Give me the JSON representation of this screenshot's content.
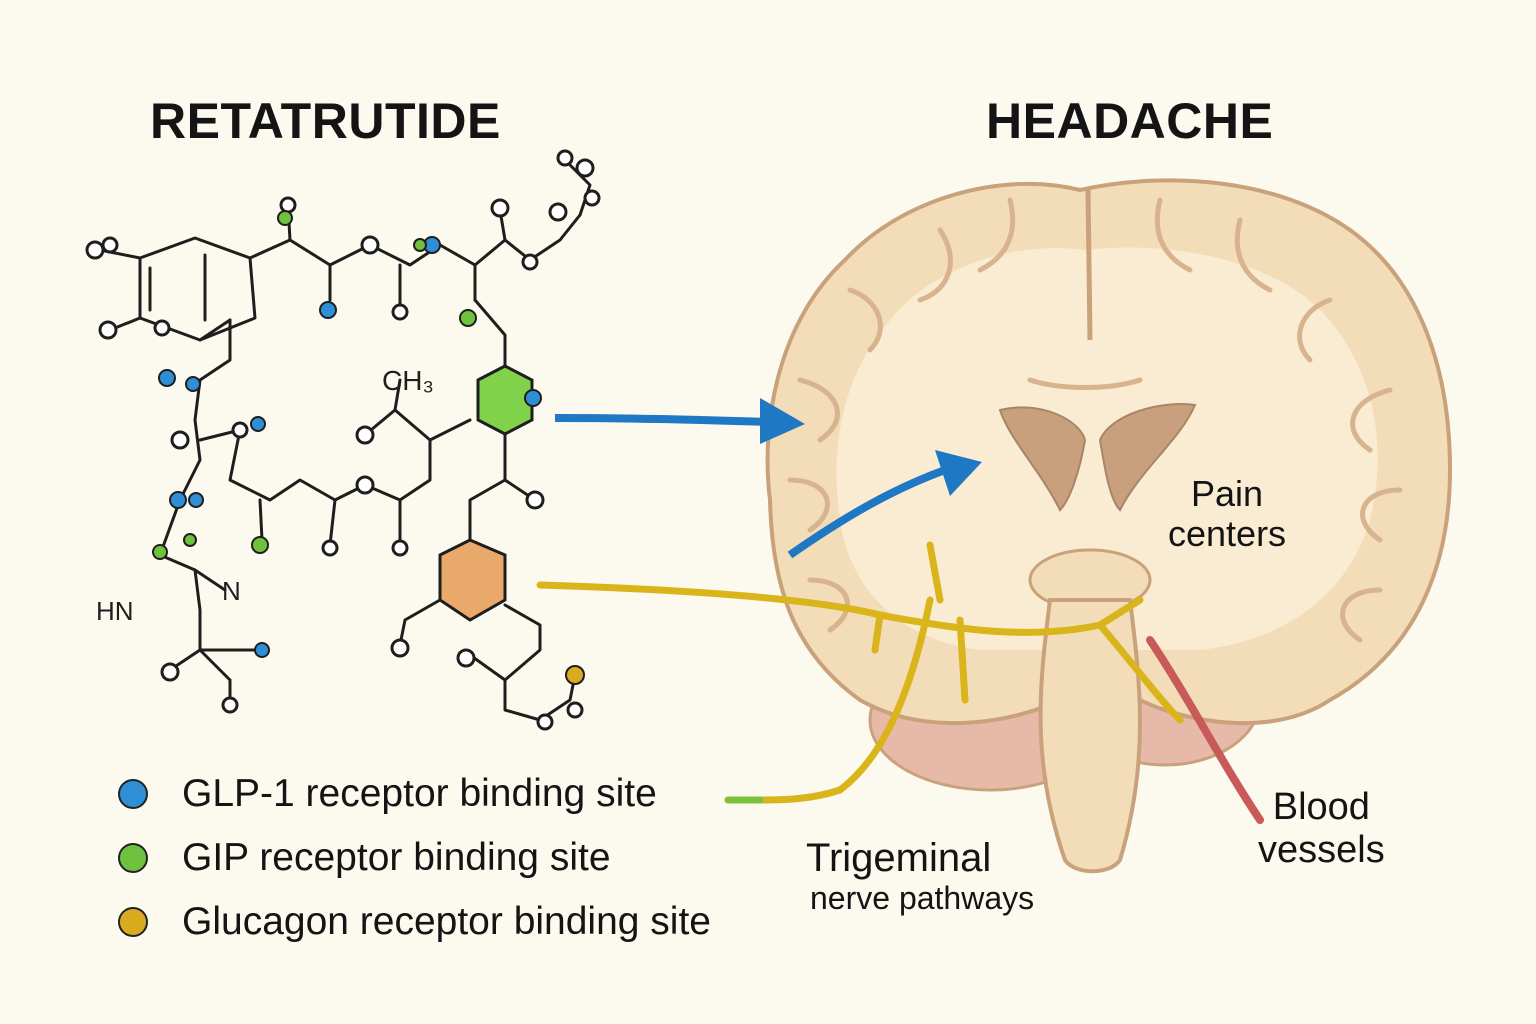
{
  "titles": {
    "left": "RETATRUTIDE",
    "right": "HEADACHE"
  },
  "molecule": {
    "formula_label": "CH₃",
    "hn_label": "HN",
    "n_label": "N"
  },
  "legend": [
    {
      "label": "GLP-1 receptor binding site",
      "color": "#2f8fd6"
    },
    {
      "label": "GIP receptor binding site",
      "color": "#6fc23e"
    },
    {
      "label": "Glucagon receptor binding site",
      "color": "#d9ab1f"
    }
  ],
  "brain_labels": {
    "pain_line1": "Pain",
    "pain_line2": "centers",
    "trig_line1": "Trigeminal",
    "trig_line2": "nerve pathways",
    "blood_line1": "Blood",
    "blood_line2": "vessels"
  },
  "colors": {
    "background": "#fcf9ef",
    "brain_fill": "#f3dcb8",
    "brain_outline": "#c9a27c",
    "ventricle": "#c9a07e",
    "nerve": "#d9b51b",
    "vessel": "#c85a5a",
    "arrow": "#1f78c4",
    "glp1": "#2f8fd6",
    "gip": "#6fc23e",
    "glucagon": "#d9ab1f",
    "hex_green": "#7fd24a",
    "hex_orange": "#e8a96a"
  }
}
